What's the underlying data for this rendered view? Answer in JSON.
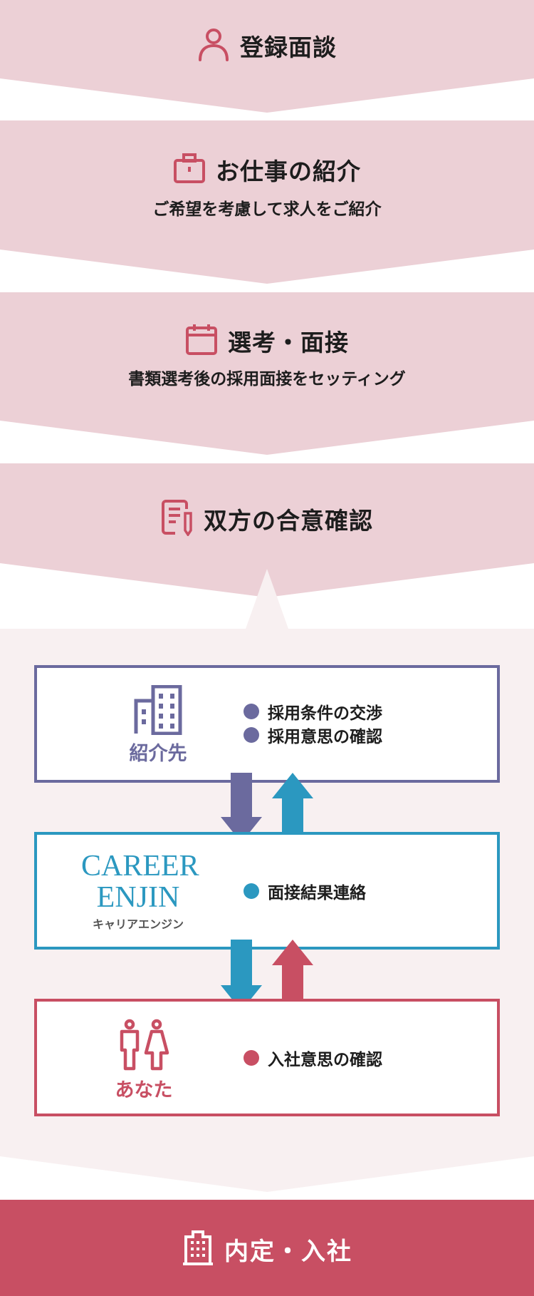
{
  "steps": [
    {
      "title": "登録面談",
      "icon": "user-icon"
    },
    {
      "title": "お仕事の紹介",
      "subtitle": "ご希望を考慮して求人をご紹介",
      "icon": "briefcase-icon"
    },
    {
      "title": "選考・面接",
      "subtitle": "書類選考後の採用面接をセッティング",
      "icon": "calendar-icon"
    },
    {
      "title": "双方の合意確認",
      "icon": "document-pen-icon"
    }
  ],
  "parties": {
    "company": {
      "label": "紹介先",
      "icon": "building-icon",
      "color": "#6b6a9e",
      "bullets": [
        "採用条件の交渉",
        "採用意思の確認"
      ]
    },
    "agent": {
      "logo_line1": "CAREER",
      "logo_line2": "ENJIN",
      "logo_kana": "キャリアエンジン",
      "color": "#2b98c0",
      "bullets": [
        "面接結果連絡"
      ]
    },
    "you": {
      "label": "あなた",
      "icon": "people-icon",
      "color": "#c84f63",
      "bullets": [
        "入社意思の確認"
      ]
    }
  },
  "final": {
    "title": "内定・入社",
    "icon": "office-building-icon"
  },
  "colors": {
    "band": "#ecd0d6",
    "panel": "#f8f0f1",
    "accent": "#c84f63",
    "purple": "#6b6a9e",
    "blue": "#2b98c0"
  }
}
